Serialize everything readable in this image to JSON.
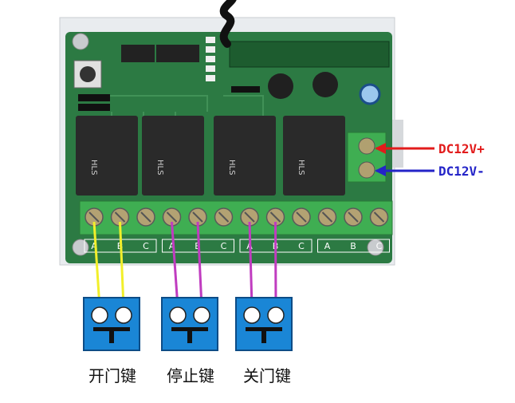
{
  "labels": {
    "power_positive": "DC12V+",
    "power_negative": "DC12V-"
  },
  "pcb": {
    "terminal_labels": [
      "A",
      "B",
      "C",
      "A",
      "B",
      "C",
      "A",
      "B",
      "C",
      "A",
      "B",
      "C"
    ],
    "relay_text": "HLS"
  },
  "switches": [
    {
      "label": "开门键",
      "wire_color": "#f2ef2a"
    },
    {
      "label": "停止键",
      "wire_color": "#c03cc0"
    },
    {
      "label": "关门键",
      "wire_color": "#c03cc0"
    }
  ],
  "colors": {
    "board": "#2c7a43",
    "board_dark": "#1f5a31",
    "relay": "#2a2a2a",
    "terminal": "#3fae52",
    "switch": "#1a86d6",
    "positive_arrow": "#e21b1b",
    "negative_arrow": "#2424c8"
  }
}
